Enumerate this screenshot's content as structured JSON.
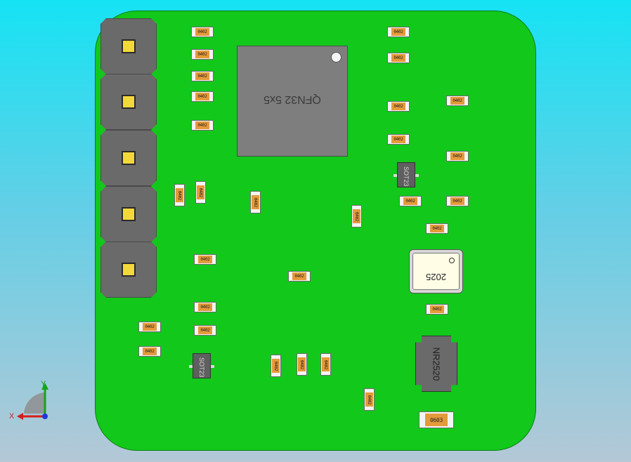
{
  "board": {
    "ic_label": "QFN32 5x5",
    "crystal_label": "2025",
    "inductor_label": "NR2520",
    "sot_label": "SOT23",
    "small_marking": "0402",
    "large_marking": "0603"
  },
  "axes": {
    "x_label": "X",
    "y_label": "Y"
  },
  "colors": {
    "pcb": "#12c81b",
    "background_top": "#15e3f4",
    "background_bottom": "#b4c8d6",
    "resistor_body": "#e59a3a",
    "pad_gray": "#6a6a6a",
    "pin_gold": "#f2d93a"
  }
}
